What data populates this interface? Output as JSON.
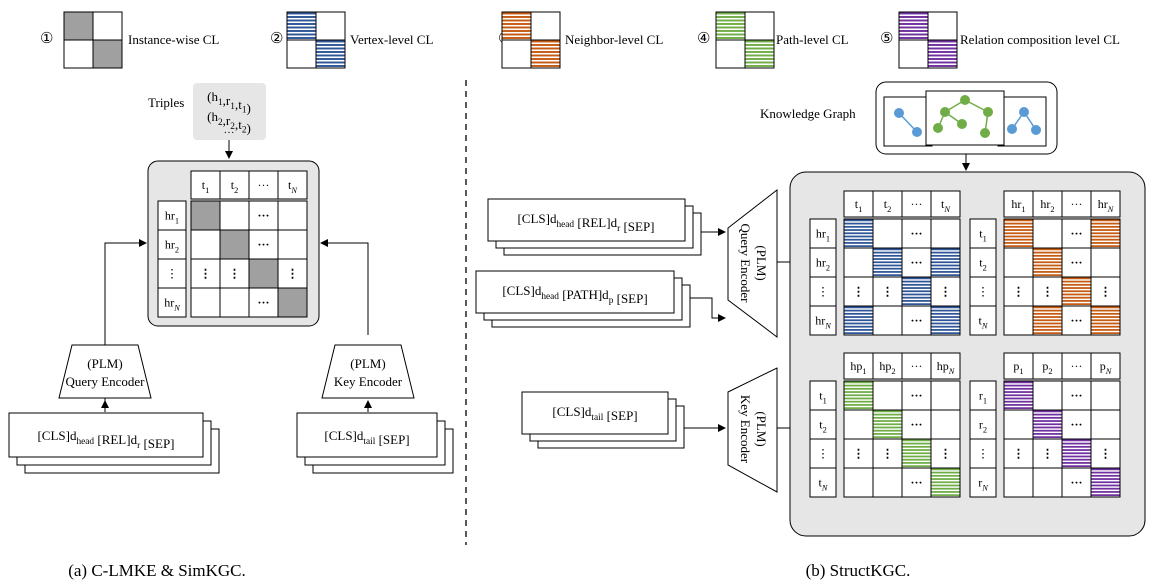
{
  "legend": [
    {
      "num": "①",
      "label": "Instance-wise  CL",
      "pattern": "gray"
    },
    {
      "num": "②",
      "label": "Vertex-level  CL",
      "pattern": "blue"
    },
    {
      "num": "③",
      "label": "Neighbor-level CL",
      "pattern": "orange"
    },
    {
      "num": "④",
      "label": "Path-level CL",
      "pattern": "green"
    },
    {
      "num": "⑤",
      "label": "Relation composition level CL",
      "pattern": "purple"
    }
  ],
  "colors": {
    "gray": "#a0a0a0",
    "blue": "#2e5597",
    "orange": "#c55a11",
    "green": "#70ad47",
    "purple": "#7030a0",
    "panel": "#e6e6e6",
    "node": "#5b9bd5"
  },
  "left": {
    "triples_label": "Triples",
    "triple_1": "(h1,r1,t1)",
    "triple_2": "(h2,r2,t2)",
    "ellipsis": "···",
    "cols": [
      "t1",
      "t2",
      "···",
      "tN"
    ],
    "rows": [
      "hr1",
      "hr2",
      "⋮",
      "hrN"
    ],
    "query_encoder": [
      "(PLM)",
      "Query Encoder"
    ],
    "key_encoder": [
      "(PLM)",
      "Key Encoder"
    ],
    "query_input": "[CLS]dhead [REL]dr [SEP]",
    "key_input": "[CLS]dtail [SEP]",
    "caption": "(a) C-LMKE & SimKGC."
  },
  "right": {
    "kg_label": "Knowledge Graph",
    "input_rel": "[CLS]dhead [REL]dr [SEP]",
    "input_path": "[CLS]dhead [PATH]dp [SEP]",
    "input_tail": "[CLS]dtail [SEP]",
    "query_encoder": [
      "(PLM)",
      "Query Encoder"
    ],
    "key_encoder": [
      "(PLM)",
      "Key Encoder"
    ],
    "m1": {
      "cols": [
        "t1",
        "t2",
        "···",
        "tN"
      ],
      "rows": [
        "hr1",
        "hr2",
        "⋮",
        "hrN"
      ]
    },
    "m2": {
      "cols": [
        "hr1",
        "hr2",
        "···",
        "hrN"
      ],
      "rows": [
        "t1",
        "t2",
        "⋮",
        "tN"
      ]
    },
    "m3": {
      "cols": [
        "hp1",
        "hp2",
        "···",
        "hpN"
      ],
      "rows": [
        "t1",
        "t2",
        "⋮",
        "tN"
      ]
    },
    "m4": {
      "cols": [
        "p1",
        "p2",
        "···",
        "pN"
      ],
      "rows": [
        "r1",
        "r2",
        "⋮",
        "rN"
      ]
    },
    "caption": "(b) StructKGC."
  }
}
